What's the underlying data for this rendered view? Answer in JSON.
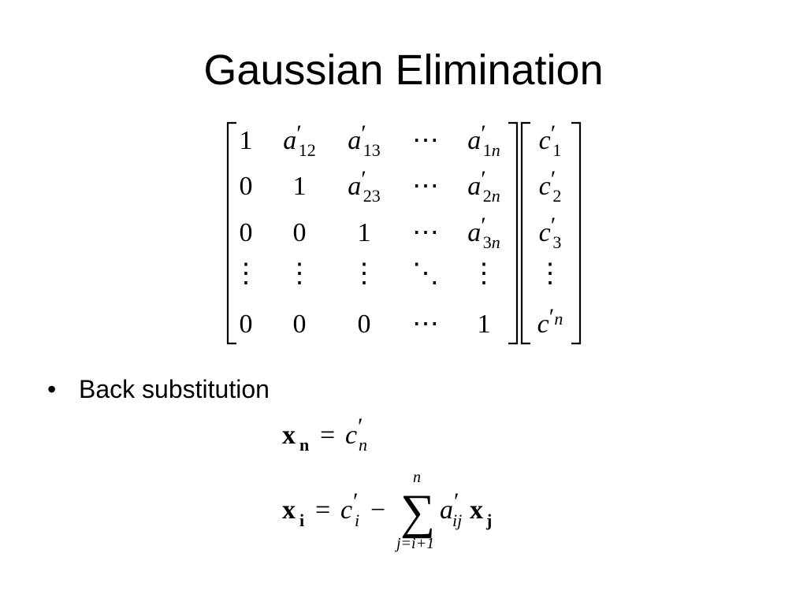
{
  "slide": {
    "title": "Gaussian Elimination",
    "bullet": {
      "symbol": "•",
      "text": "Back substitution"
    },
    "matrix": {
      "cells": [
        [
          {
            "base": "1"
          },
          {
            "base": "a",
            "prime": "′",
            "sub": "12"
          },
          {
            "base": "a",
            "prime": "′",
            "sub": "13"
          },
          {
            "base": "⋯"
          },
          {
            "base": "a",
            "prime": "′",
            "sub": "1",
            "sub_it": "n"
          },
          {
            "base": "c",
            "prime": "′",
            "sub": "1"
          }
        ],
        [
          {
            "base": "0"
          },
          {
            "base": "1"
          },
          {
            "base": "a",
            "prime": "′",
            "sub": "23"
          },
          {
            "base": "⋯"
          },
          {
            "base": "a",
            "prime": "′",
            "sub": "2",
            "sub_it": "n"
          },
          {
            "base": "c",
            "prime": "′",
            "sub": "2"
          }
        ],
        [
          {
            "base": "0"
          },
          {
            "base": "0"
          },
          {
            "base": "1"
          },
          {
            "base": "⋯"
          },
          {
            "base": "a",
            "prime": "′",
            "sub": "3",
            "sub_it": "n"
          },
          {
            "base": "c",
            "prime": "′",
            "sub": "3"
          }
        ],
        [
          {
            "base": "⋮"
          },
          {
            "base": "⋮"
          },
          {
            "base": "⋮"
          },
          {
            "base": "⋱"
          },
          {
            "base": "⋮"
          },
          {
            "base": "⋮"
          }
        ],
        [
          {
            "base": "0"
          },
          {
            "base": "0"
          },
          {
            "base": "0"
          },
          {
            "base": "⋯"
          },
          {
            "base": "1"
          },
          {
            "base": "c",
            "prime": "′",
            "sub_it": "n"
          }
        ]
      ]
    },
    "equations": {
      "eq1": {
        "lhs_base": "x",
        "lhs_sub": "n",
        "equals": "=",
        "rhs_base": "c",
        "rhs_prime": "′",
        "rhs_sub": "n"
      },
      "eq2": {
        "lhs_base": "x",
        "lhs_sub": "i",
        "equals": "=",
        "c_base": "c",
        "c_prime": "′",
        "c_sub": "i",
        "minus": "−",
        "sum_symbol": "∑",
        "sum_upper": "n",
        "sum_lower": "j=i+1",
        "a_base": "a",
        "a_prime": "′",
        "a_sub": "ij",
        "x_base": "x",
        "x_sub": "j"
      }
    }
  }
}
